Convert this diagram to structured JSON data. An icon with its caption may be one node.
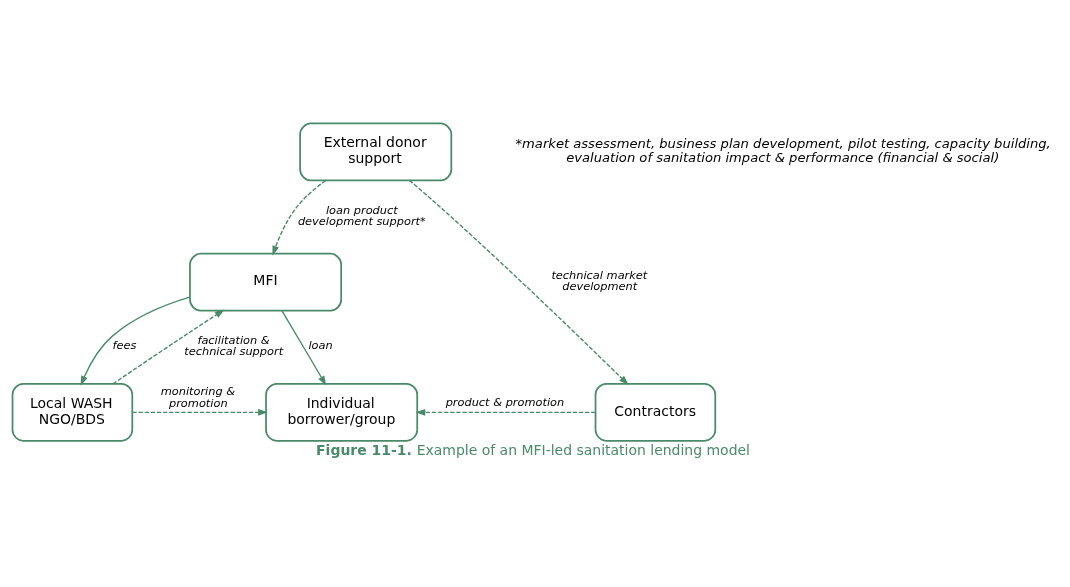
{
  "diagram": {
    "caption": "**Figure 11-1.** Example of an MFI-led sanitation lending model",
    "nodes": [
      {
        "text": [
          "External donor support"
        ]
      },
      {
        "text": [
          "MFI"
        ]
      },
      {
        "text": [
          "Local WASH NGO/BDS"
        ]
      },
      {
        "text": [
          "Individual borrower/group"
        ]
      },
      {
        "text": [
          "Contractors"
        ]
      }
    ],
    "edges": [
      {
        "from": 0,
        "to": 1,
        "arrow": "to",
        "style": "dashed",
        "label": "loan product development support*"
      },
      {
        "from": 0,
        "to": 4,
        "arrow": "to",
        "style": "dashed",
        "label": "technical market development"
      },
      {
        "from": 2,
        "to": 1,
        "arrow": "to",
        "style": "dashed",
        "label": "facilitation & technical support"
      },
      {
        "from": 1,
        "to": 2,
        "arrow": "to",
        "label": "fees"
      },
      {
        "from": 1,
        "to": 3,
        "arrow": "to",
        "label": "loan"
      },
      {
        "from": 2,
        "to": 3,
        "arrow": "to",
        "style": "dashed",
        "label": "monitoring & promotion"
      },
      {
        "from": 4,
        "to": 3,
        "arrow": "to",
        "style": "dashed",
        "label": "product & promotion"
      }
    ],
    "labels": [
      "*market assessment, business plan development, pilot testing, capacity building, evaluation of sanitation impact & performance (financial & social)"
    ]
  }
}
